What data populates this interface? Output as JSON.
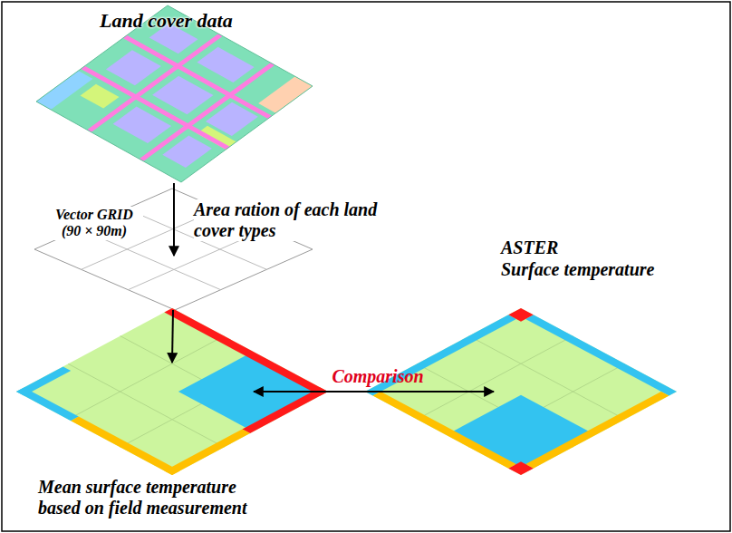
{
  "diagram": {
    "nodes": [
      {
        "text": [
          "Land cover data"
        ]
      },
      {
        "text": [
          "Vector GRID (90 × 90m)"
        ]
      },
      {
        "text": [
          "Mean surface temperature based on field measurement"
        ]
      },
      {
        "text": [
          "ASTER",
          "Surface temperature"
        ]
      }
    ],
    "edges": [
      {
        "from": 0,
        "to": 1,
        "arrow": "to",
        "label": "Area ration of each land cover types"
      },
      {
        "from": 1,
        "to": 2,
        "arrow": "to"
      },
      {
        "from": 2,
        "to": 3,
        "arrow": "both",
        "label": "Comparison"
      }
    ]
  }
}
